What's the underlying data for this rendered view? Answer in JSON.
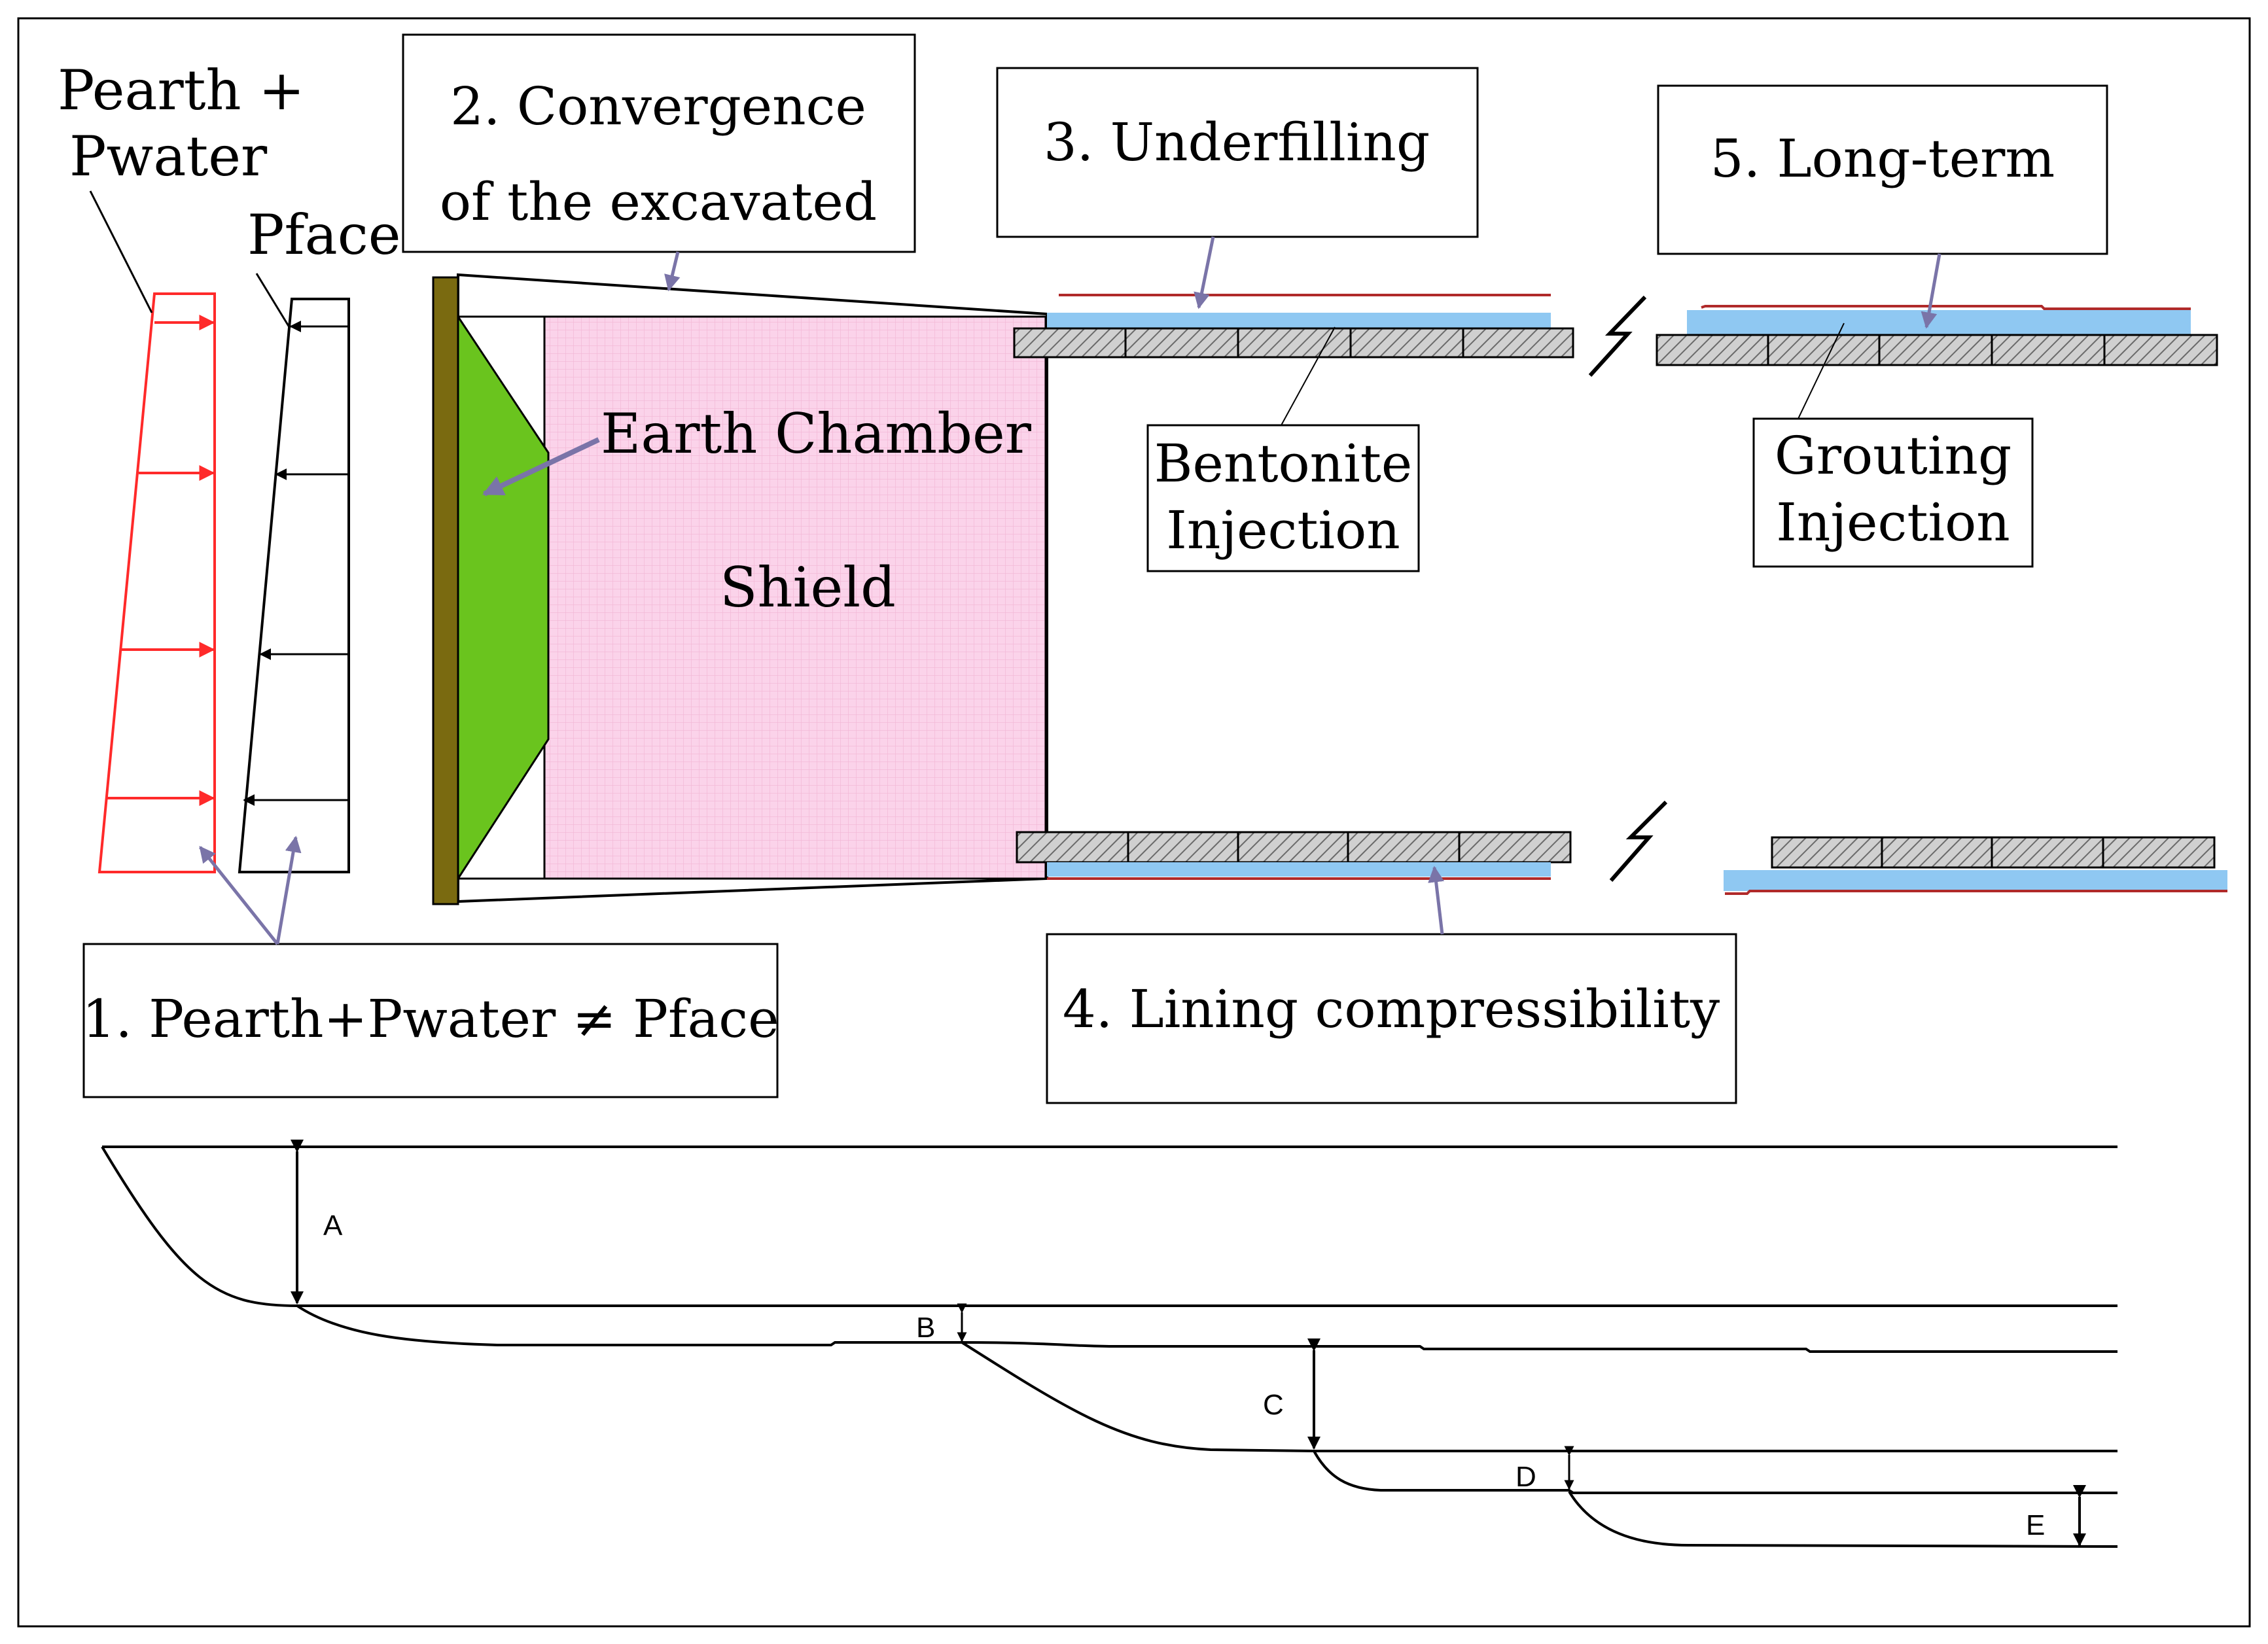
{
  "colors": {
    "earth_pressure": "#ff2a2a",
    "face_pressure": "#000000",
    "shield_fill": "#fbd3ea",
    "chamber_fill": "#6ac41e",
    "cutter_plate": "#7a6a10",
    "bentonite": "#8fc8f2",
    "grout": "#8fc8f2",
    "liner_strip": "#b02a2a",
    "segment_fill": "#c8c8c8",
    "pointer": "#7a74a8"
  },
  "labels": {
    "pearth_pwater_line1": "Pearth +",
    "pearth_pwater_line2": "Pwater",
    "pface": "Pface",
    "cause1": "1. Pearth+Pwater ≠ Pface",
    "cause2_line1": "2. Convergence",
    "cause2_line2": "of the excavated",
    "cause3": "3. Underfilling",
    "cause4": "4. Lining compressibility",
    "cause5": "5. Long-term",
    "earth_chamber": "Earth Chamber",
    "shield": "Shield",
    "bentonite_line1": "Bentonite",
    "bentonite_line2": "Injection",
    "grouting_line1": "Grouting",
    "grouting_line2": "Injection"
  },
  "settlement": {
    "components": [
      "A",
      "B",
      "C",
      "D",
      "E"
    ]
  }
}
